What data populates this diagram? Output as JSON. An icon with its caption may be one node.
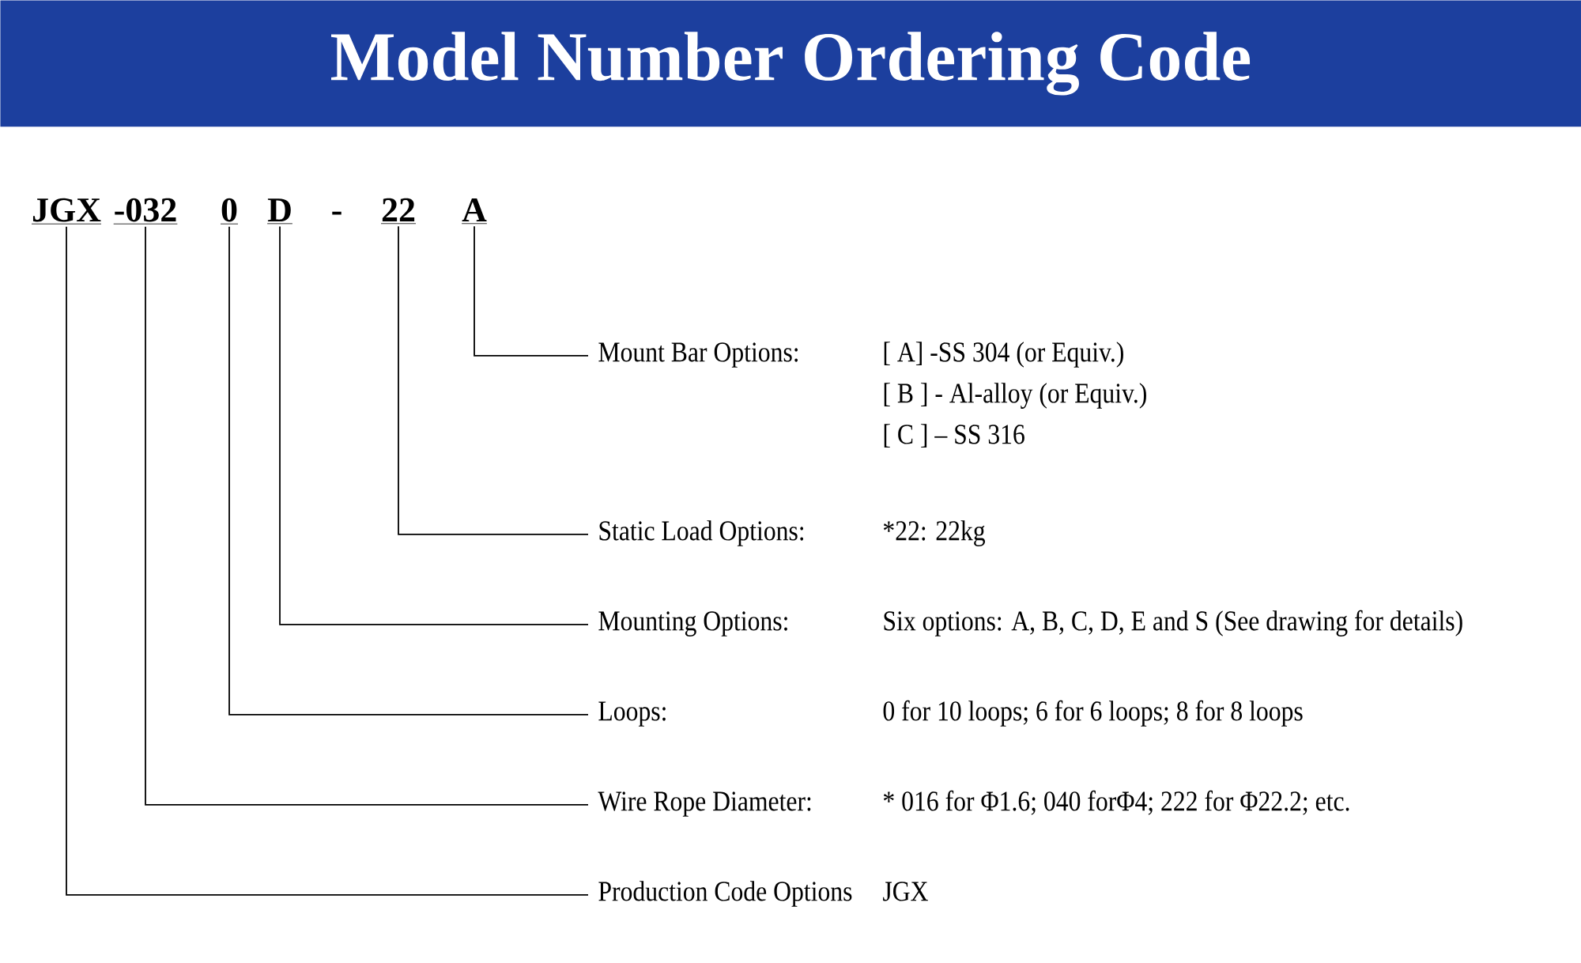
{
  "diagram": {
    "title": "Model Number Ordering Code",
    "nodes": [
      {
        "text": [
          "JGX"
        ]
      },
      {
        "text": [
          "-032"
        ]
      },
      {
        "text": [
          "0"
        ]
      },
      {
        "text": [
          "D"
        ]
      },
      {
        "text": [
          "22"
        ]
      },
      {
        "text": [
          "A"
        ]
      },
      {
        "text": [
          "Mount Bar Options:",
          "[ A] -SS 304 (or Equiv.)",
          "[ B ] - Al-alloy (or Equiv.)",
          "[ C ] – SS 316"
        ]
      },
      {
        "text": [
          "Static Load Options:",
          "*22: 22kg"
        ]
      },
      {
        "text": [
          "Mounting Options:",
          "Six options: A, B, C, D, E and S (See drawing for details)"
        ]
      },
      {
        "text": [
          "Loops:",
          "0 for 10 loops; 6 for 6 loops; 8 for 8 loops"
        ]
      },
      {
        "text": [
          "Wire Rope Diameter:",
          "* 016 for Φ1.6; 040 forΦ4; 222 for Φ22.2; etc."
        ]
      },
      {
        "text": [
          "Production Code Options",
          "JGX"
        ]
      }
    ],
    "edges": [
      {
        "from": 5,
        "to": 6,
        "arrow": "none"
      },
      {
        "from": 4,
        "to": 7,
        "arrow": "none"
      },
      {
        "from": 3,
        "to": 8,
        "arrow": "none"
      },
      {
        "from": 2,
        "to": 9,
        "arrow": "none"
      },
      {
        "from": 1,
        "to": 10,
        "arrow": "none"
      },
      {
        "from": 0,
        "to": 11,
        "arrow": "none"
      }
    ],
    "labels": [
      "-"
    ]
  }
}
